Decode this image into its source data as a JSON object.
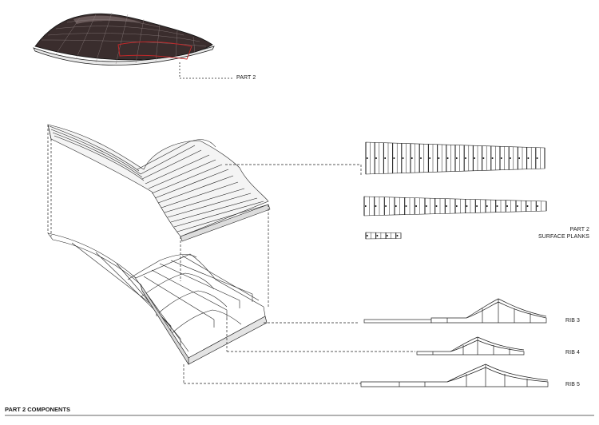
{
  "labels": {
    "top_callout": "PART 2",
    "planks_part": "PART 2",
    "planks_title": "SURFACE PLANKS",
    "rib3": "RIB 3",
    "rib4": "RIB 4",
    "rib5": "RIB 5",
    "footer": "PART 2 COMPONENTS"
  },
  "colors": {
    "ink": "#1a1a1a",
    "shell_dark": "#3a2d2d",
    "highlight_red": "#c0282a"
  },
  "planks": {
    "row1_count": 40,
    "row2_count": 36,
    "row3_count": 7
  }
}
